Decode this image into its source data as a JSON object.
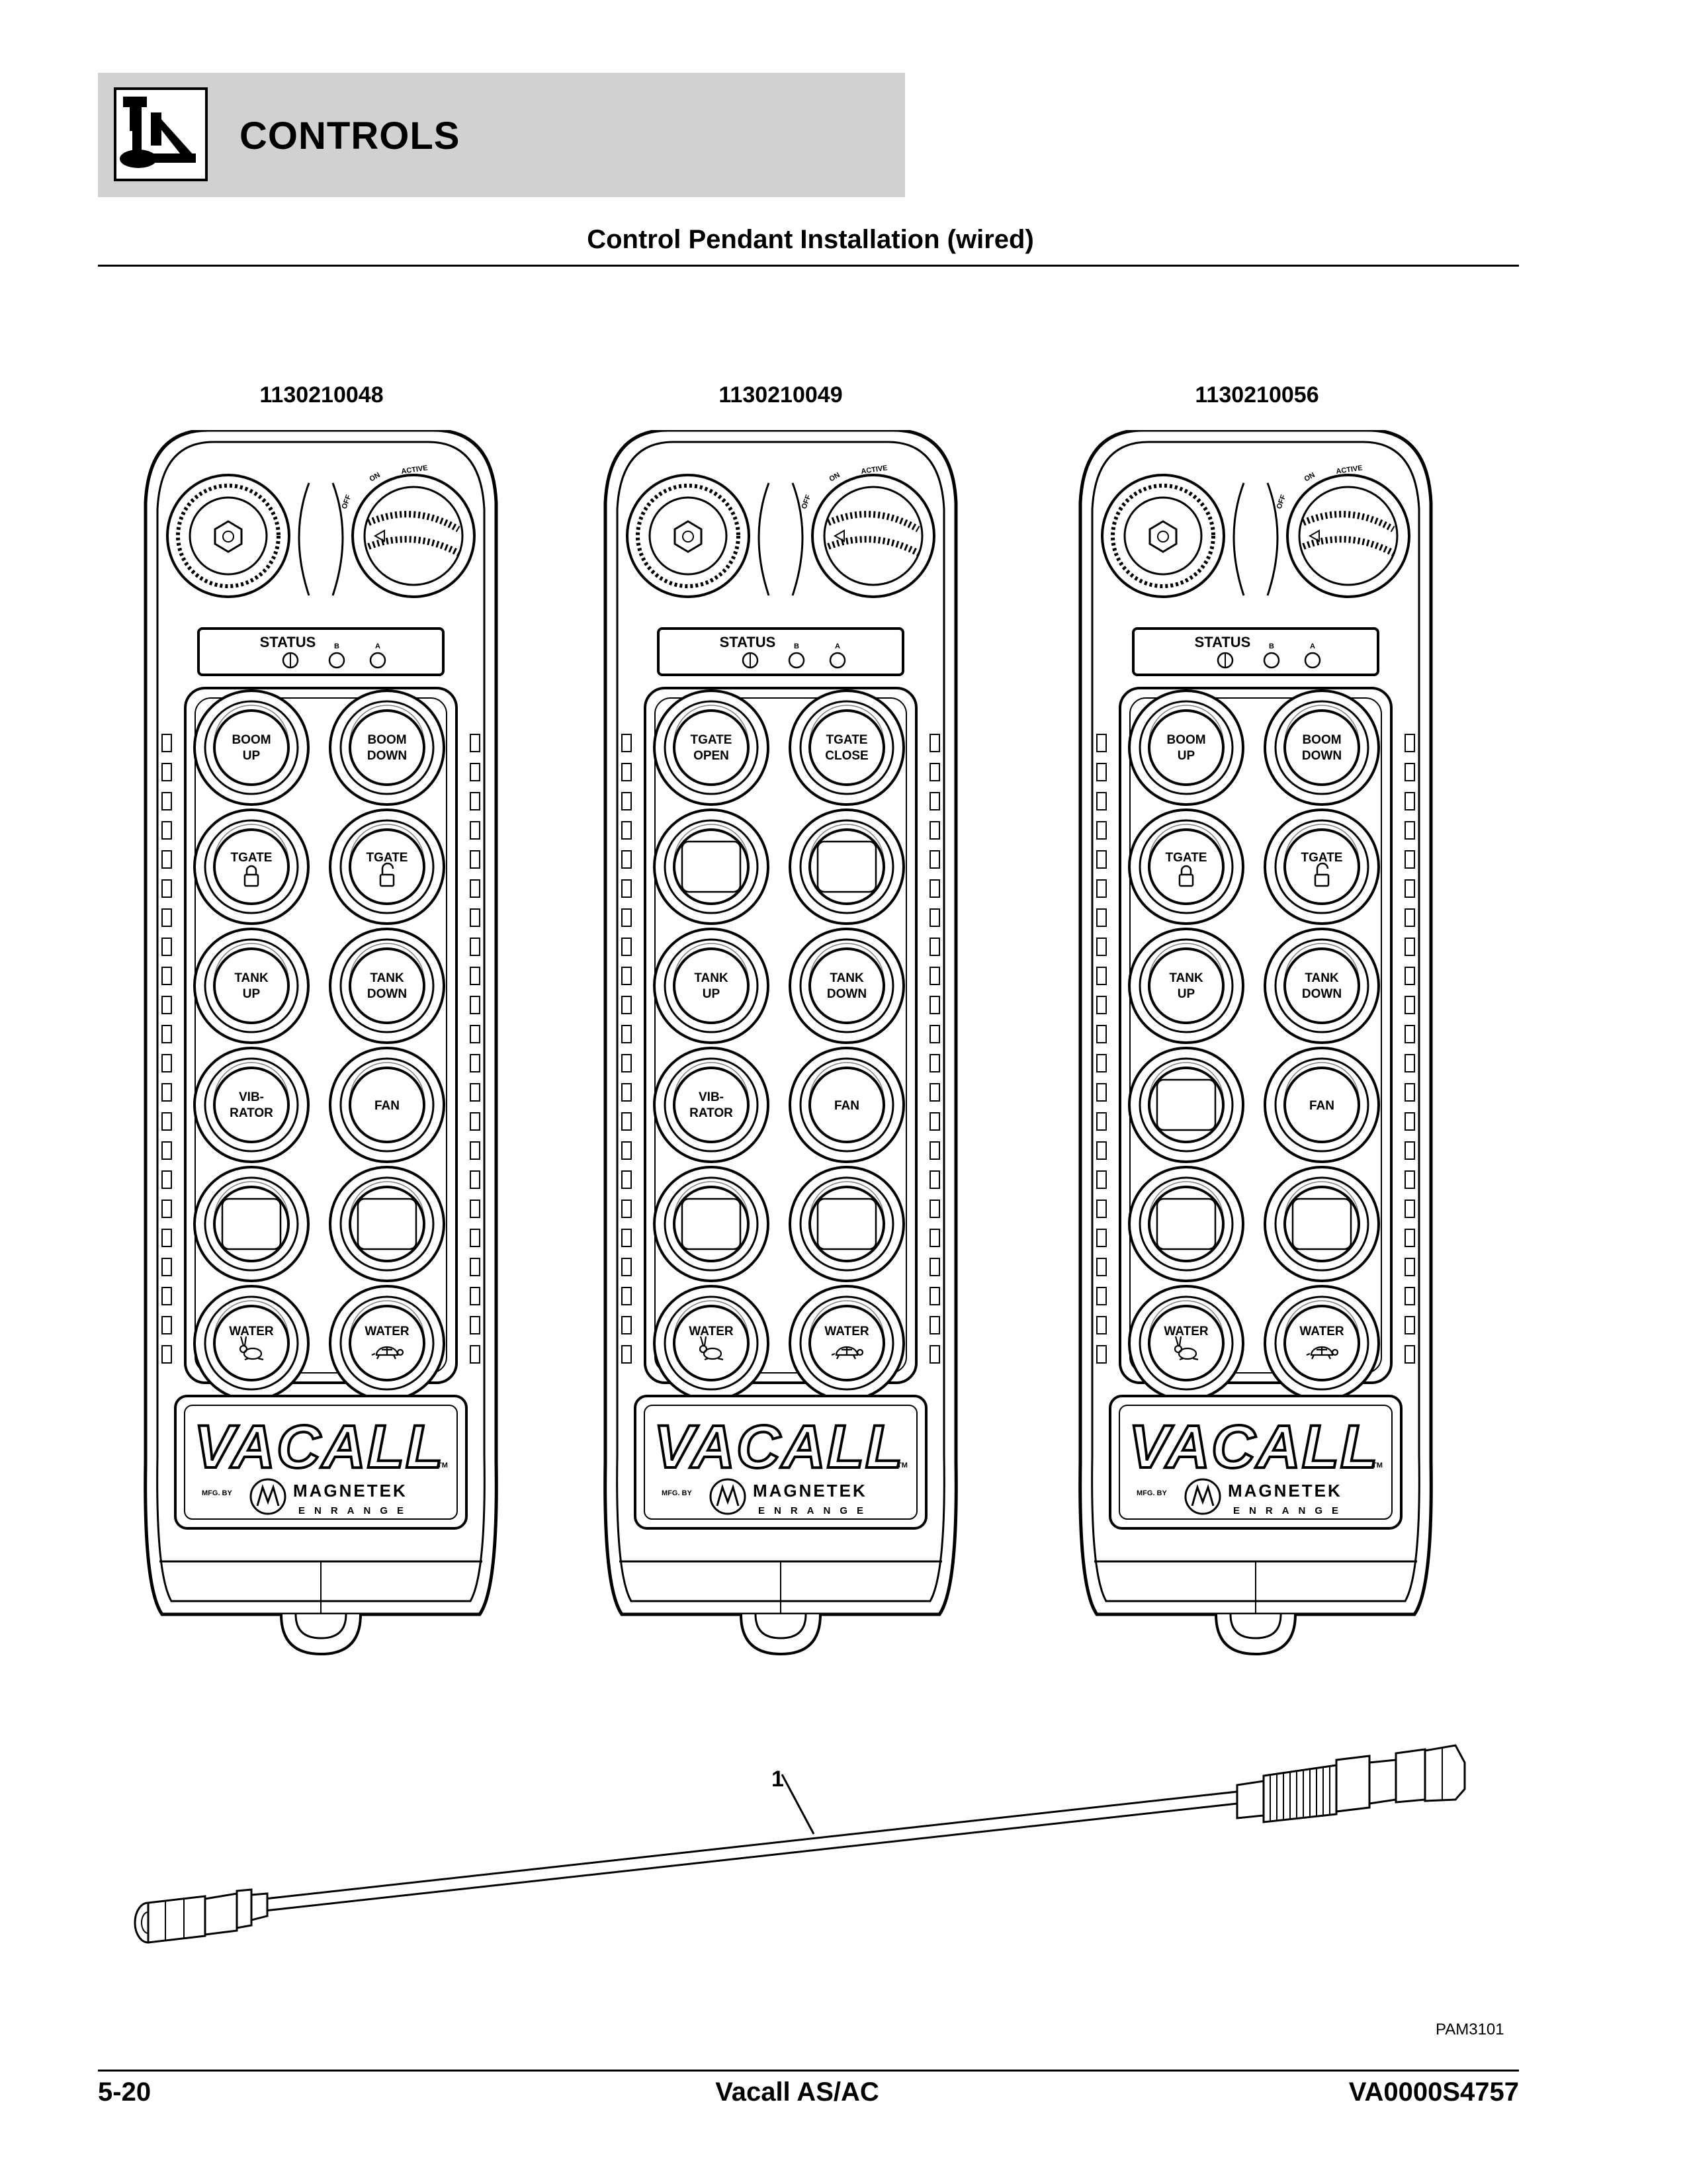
{
  "header": {
    "section": "CONTROLS",
    "icon": "operator-controls-icon",
    "band_color": "#d1d1d1"
  },
  "title": "Control Pendant Installation (wired)",
  "pendant_common": {
    "mode_switch": {
      "off": "OFF",
      "on": "ON",
      "active": "ACTIVE"
    },
    "status": {
      "label": "STATUS",
      "b": "B",
      "a": "A"
    },
    "brand": {
      "logo": "VACALL",
      "tm": "TM",
      "mfg": "MFG. BY",
      "maker": "MAGNETEK",
      "sub": "ENRANGE"
    }
  },
  "pendants": [
    {
      "part_number": "1130210048",
      "buttons": [
        [
          [
            "BOOM",
            "UP"
          ],
          [
            "BOOM",
            "DOWN"
          ]
        ],
        [
          [
            "TGATE",
            "lock"
          ],
          [
            "TGATE",
            "unlock"
          ]
        ],
        [
          [
            "TANK",
            "UP"
          ],
          [
            "TANK",
            "DOWN"
          ]
        ],
        [
          [
            "VIB-",
            "RATOR"
          ],
          [
            "FAN"
          ]
        ],
        [
          [],
          []
        ],
        [
          [
            "WATER",
            "rabbit"
          ],
          [
            "WATER",
            "turtle"
          ]
        ]
      ]
    },
    {
      "part_number": "1130210049",
      "buttons": [
        [
          [
            "TGATE",
            "OPEN"
          ],
          [
            "TGATE",
            "CLOSE"
          ]
        ],
        [
          [],
          []
        ],
        [
          [
            "TANK",
            "UP"
          ],
          [
            "TANK",
            "DOWN"
          ]
        ],
        [
          [
            "VIB-",
            "RATOR"
          ],
          [
            "FAN"
          ]
        ],
        [
          [],
          []
        ],
        [
          [
            "WATER",
            "rabbit"
          ],
          [
            "WATER",
            "turtle"
          ]
        ]
      ]
    },
    {
      "part_number": "1130210056",
      "buttons": [
        [
          [
            "BOOM",
            "UP"
          ],
          [
            "BOOM",
            "DOWN"
          ]
        ],
        [
          [
            "TGATE",
            "lock"
          ],
          [
            "TGATE",
            "unlock"
          ]
        ],
        [
          [
            "TANK",
            "UP"
          ],
          [
            "TANK",
            "DOWN"
          ]
        ],
        [
          [],
          [
            "FAN"
          ]
        ],
        [
          [],
          []
        ],
        [
          [
            "WATER",
            "rabbit"
          ],
          [
            "WATER",
            "turtle"
          ]
        ]
      ]
    }
  ],
  "cable": {
    "callout": "1"
  },
  "figure_id": "PAM3101",
  "footer": {
    "page": "5-20",
    "model": "Vacall AS/AC",
    "doc": "VA0000S4757"
  }
}
